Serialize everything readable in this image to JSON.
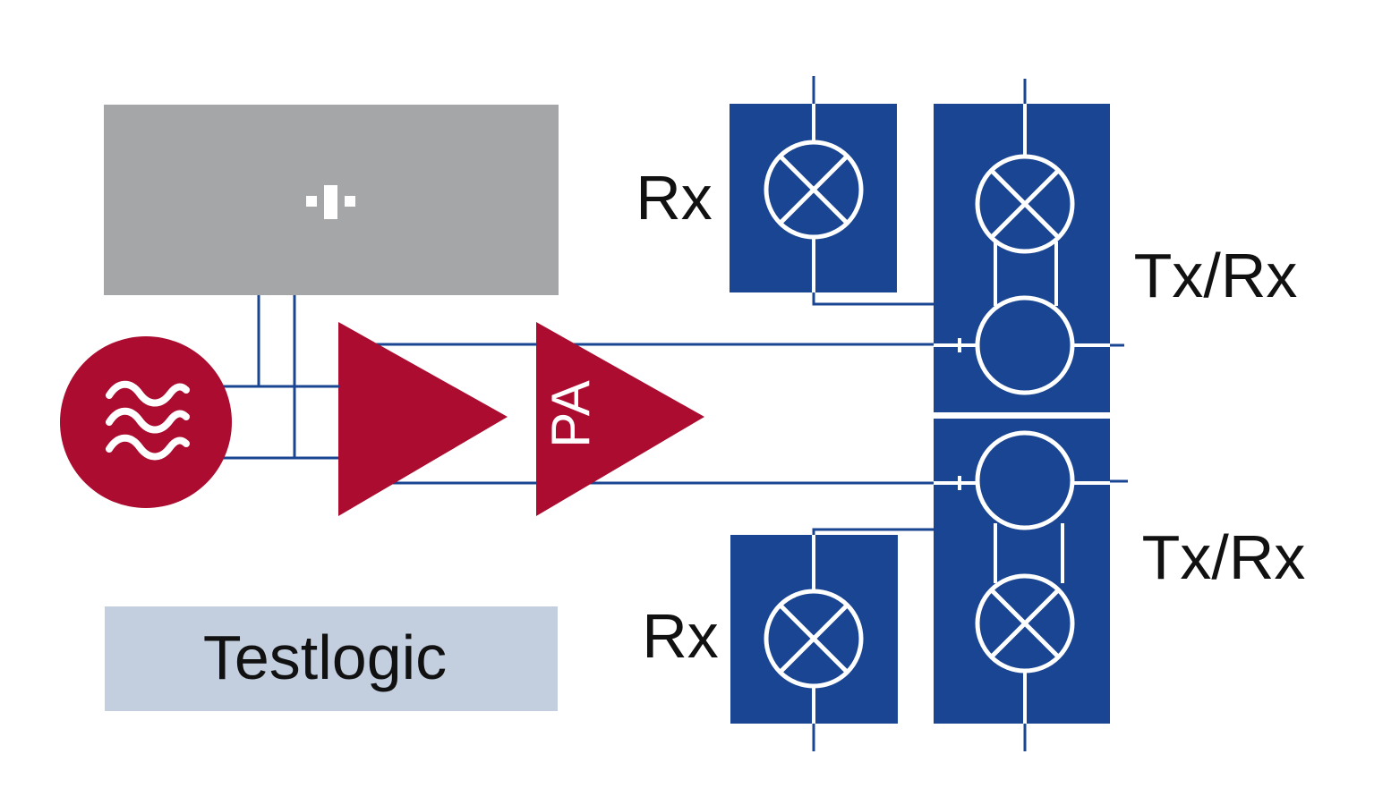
{
  "labels": {
    "rx_top": "Rx",
    "rx_bottom": "Rx",
    "txrx_top": "Tx/Rx",
    "txrx_bottom": "Tx/Rx",
    "pa": "PA",
    "testlogic": "Testlogic"
  },
  "colors": {
    "blue": "#1a4592",
    "red": "#ab0c2f",
    "gray": "#a5a6a8",
    "light_blue": "#c3cedf",
    "line": "#1a4592"
  },
  "icons": {
    "processor": "chip-icon",
    "oscillator": "wave-icon",
    "mixer": "mixer-icon",
    "coupler": "circle-icon"
  }
}
